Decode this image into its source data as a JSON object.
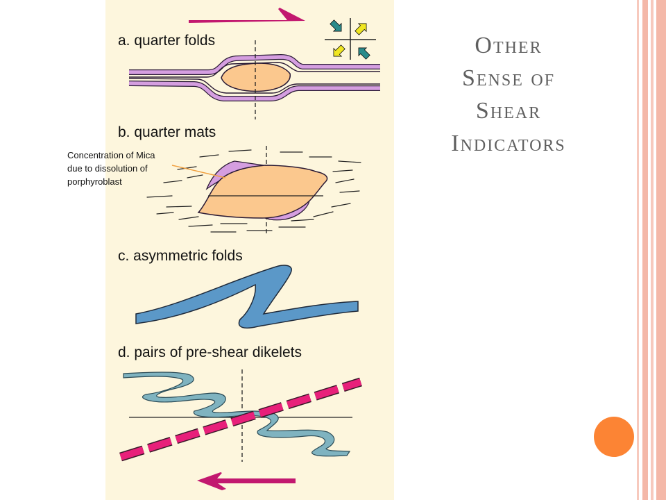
{
  "title_lines": [
    "Other",
    "Sense of",
    "Shear",
    "Indicators"
  ],
  "labels": {
    "a": "a. quarter folds",
    "b": "b. quarter mats",
    "c": "c. asymmetric folds",
    "d": "d. pairs of pre-shear dikelets"
  },
  "annotation": [
    "Concentration of Mica",
    "due to dissolution of",
    "porphyroblast"
  ],
  "colors": {
    "panel_background": "#fdf6dd",
    "porphyroblast": "#fbc88e",
    "mica": "#d59ee0",
    "fold_blue": "#5b98c8",
    "dikelet_teal": "#7fb3c0",
    "dikelet_pink": "#e8207a",
    "shear_arrow": "#c2186f",
    "stress_arrow_yellow": "#f0e620",
    "stress_arrow_teal": "#2a8b8b",
    "leader_line": "#f0a040",
    "accent_dot": "#fc8434",
    "edge_stripes": "#f4b8a8"
  },
  "icons": {
    "top_arrow": "shear-arrow-right-icon",
    "bottom_arrow": "shear-arrow-left-icon",
    "stress": "stress-axes-icon"
  }
}
